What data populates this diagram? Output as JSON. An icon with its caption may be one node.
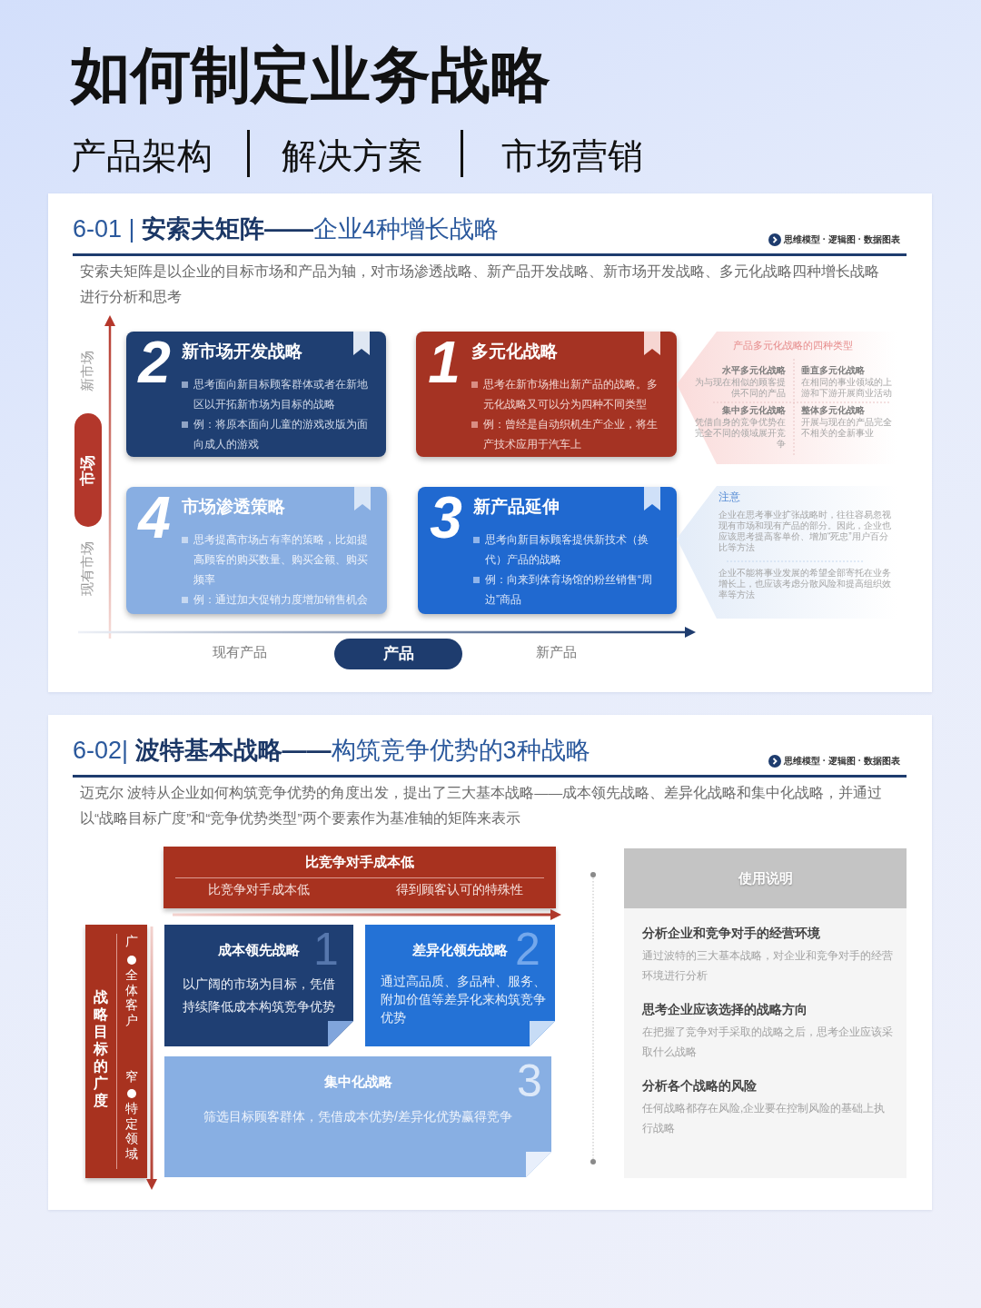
{
  "diagram": {
    "title": "如何制定业务战略",
    "nodes": [
      {
        "text": [
          "6-01 | **安索夫矩阵——**企业4种增长战略",
          "思维模型 · 逻辑图 · 数据图表",
          "安索夫矩阵是以企业的目标市场和产品为轴，对市场渗透战略、新产品开发战略、新市场开发战略、多元化战略四种增长战略进行分析和思考"
        ]
      },
      {
        "text": [
          "2",
          "新市场开发战略",
          "思考面向新目标顾客群体或者在新地区以开拓新市场为目标的战略",
          "例：将原本面向儿童的游戏改版为面向成人的游戏"
        ],
        "in": 0
      },
      {
        "text": [
          "1",
          "多元化战略",
          "思考在新市场推出新产品的战略。多元化战略又可以分为四种不同类型",
          "例：曾经是自动织机生产企业，将生产技术应用于汽车上"
        ],
        "in": 0
      },
      {
        "text": [
          "产品多元化战略的四种类型",
          "水平多元化战略",
          "为与现在相似的顾客提供不同的产品",
          "垂直多元化战略",
          "在相同的事业领域的上游和下游开展商业活动",
          "集中多元化战略",
          "凭借自身的竞争优势在完全不同的领域展开竞争",
          "整体多元化战略",
          "开展与现在的产品完全不相关的全新事业"
        ],
        "in": 0
      },
      {
        "text": [
          "市场"
        ],
        "in": 0
      },
      {
        "text": [
          "4",
          "市场渗透策略",
          "思考提高市场占有率的策略，比如提高顾客的购买数量、购买金额、购买频率",
          "例：通过加大促销力度增加销售机会"
        ],
        "in": 0
      },
      {
        "text": [
          "3",
          "新产品延伸",
          "思考向新目标顾客提供新技术（换代）产品的战略",
          "例：向来到体育场馆的粉丝销售“周边”商品"
        ],
        "in": 0
      },
      {
        "text": [
          "注意",
          "企业在思考事业扩张战略时，往往容易忽视现有市场和现有产品的部分。因此，企业也应该思考提高客单价、增加“死忠”用户百分比等方法",
          "企业不能将事业发展的希望全部寄托在业务增长上，也应该考虑分散风险和提高组织效率等方法"
        ],
        "in": 0
      },
      {
        "text": [
          "产品"
        ],
        "in": 0
      },
      {
        "text": [
          "6-02| **波特基本战略——**构筑竞争优势的3种战略",
          "思维模型 · 逻辑图 · 数据图表",
          "迈克尔 波特从企业如何构筑竞争优势的角度出发，提出了三大基本战略——成本领先战略、差异化战略和集中化战略，并通过以“战略目标广度”和“竞争优势类型”两个要素作为基准轴的矩阵来表示"
        ]
      },
      {
        "text": [
          "比竞争对手成本低",
          "比竞争对手成本低",
          "得到顾客认可的特殊性"
        ],
        "in": 9
      },
      {
        "text": [
          "战略目标的广度",
          "广",
          "全体客户",
          "窄",
          "特定领域"
        ],
        "in": 9
      },
      {
        "text": [
          "成本领先战略",
          "1",
          "以广阔的市场为目标，凭借持续降低成本构筑竞争优势"
        ],
        "in": 9
      },
      {
        "text": [
          "差异化领先战略",
          "2",
          "通过高品质、多品种、服务、附加价值等差异化来构筑竞争优势"
        ],
        "in": 9
      },
      {
        "text": [
          "集中化战略",
          "3",
          "筛选目标顾客群体，凭借成本优势/差异化优势赢得竞争"
        ],
        "in": 9
      },
      {
        "text": [
          "使用说明",
          "分析企业和竞争对手的经营环境",
          "通过波特的三大基本战略，对企业和竞争对手的经营环境进行分析",
          "思考企业应该选择的战略方向",
          "在把握了竞争对手采取的战略之后，思考企业应该采取什么战略",
          "分析各个战略的风险",
          "任何战略都存在风险,企业要在控制风险的基础上执行战略"
        ],
        "in": 9
      }
    ],
    "labels": [
      "产品架构",
      "解决方案",
      "市场营销",
      "新市场",
      "现有市场",
      "现有产品",
      "新产品"
    ]
  }
}
